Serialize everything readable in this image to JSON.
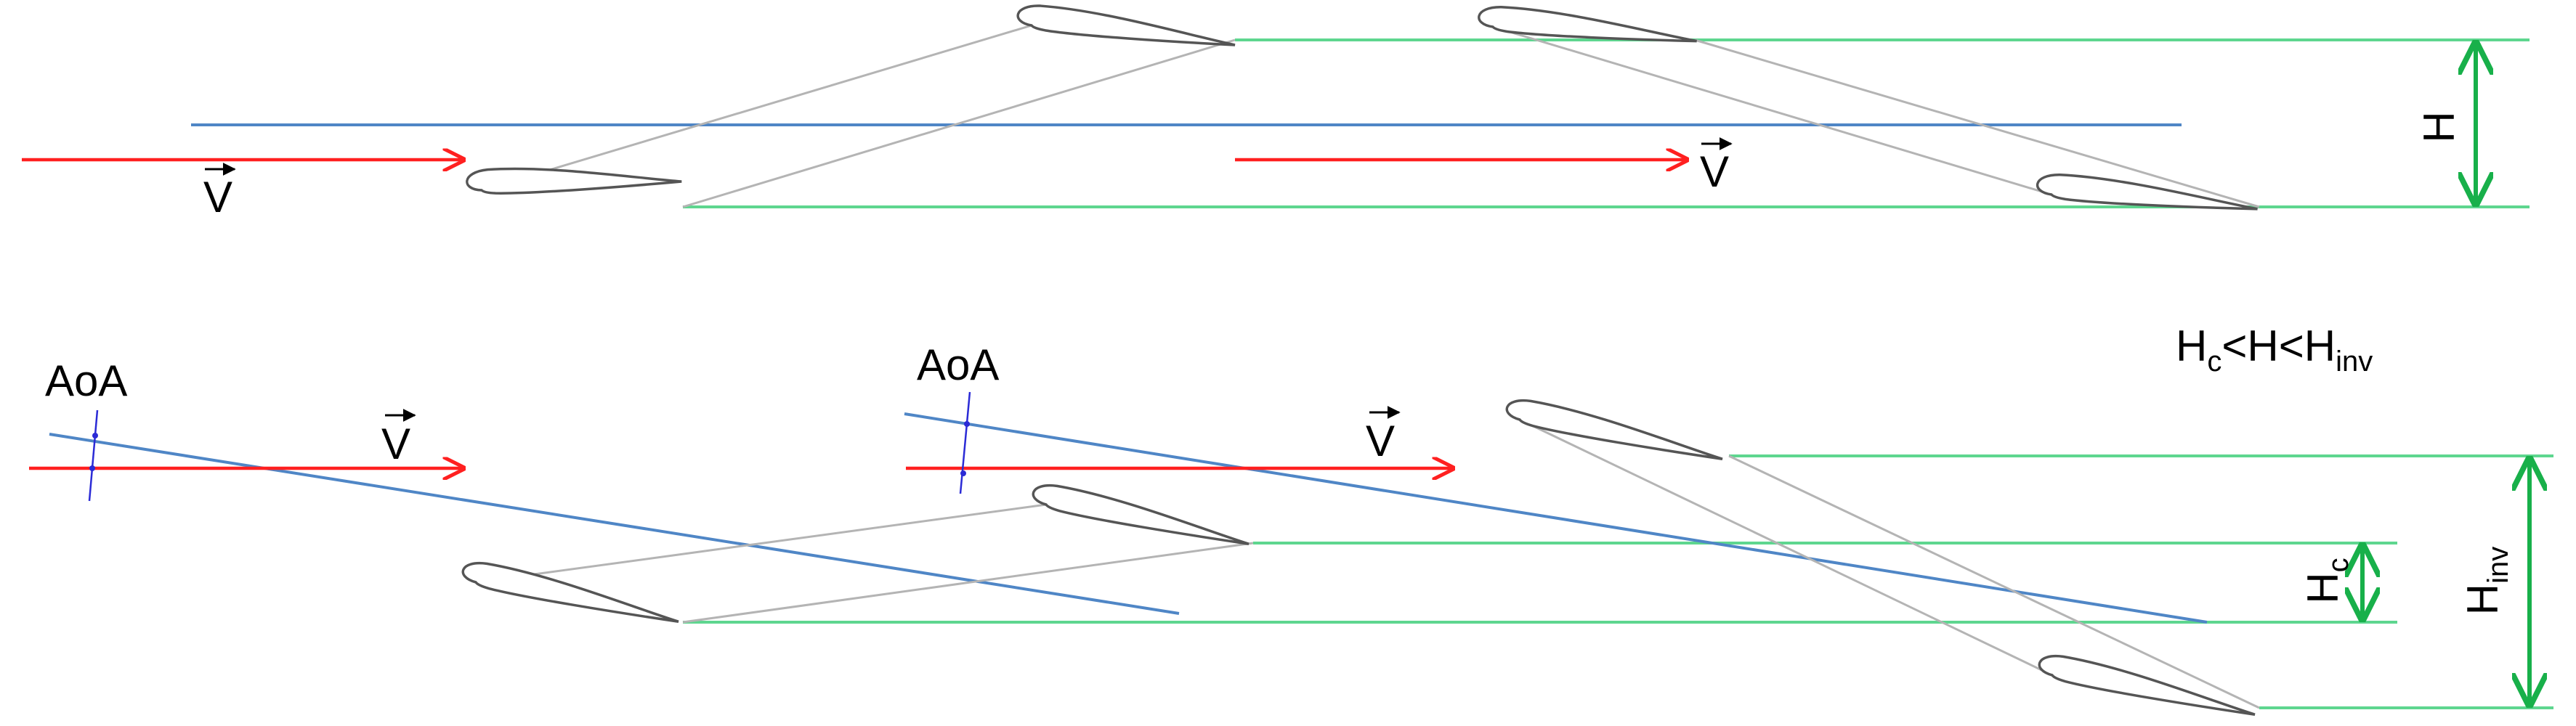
{
  "colors": {
    "flow_arrow": "#ff2020",
    "chord_line": "#4f86c6",
    "height_guide": "#5ed68f",
    "height_arrow": "#18b04a",
    "airfoil_edge": "#555555",
    "connector": "#b4b4b4",
    "aoa_marker": "#2b2bd6",
    "text": "#000000"
  },
  "labels": {
    "velocity": "V",
    "height": "H",
    "angle_of_attack": "AoA",
    "inequality": {
      "h_base": "H",
      "c_sub": "c",
      "lt_1": "<",
      "h_mid": "H",
      "lt_2": "<",
      "h_end": "H",
      "inv_sub": "inv"
    },
    "h_critical": {
      "base": "H",
      "sub": "c"
    },
    "h_inverse": {
      "base": "H",
      "sub": "inv"
    }
  }
}
